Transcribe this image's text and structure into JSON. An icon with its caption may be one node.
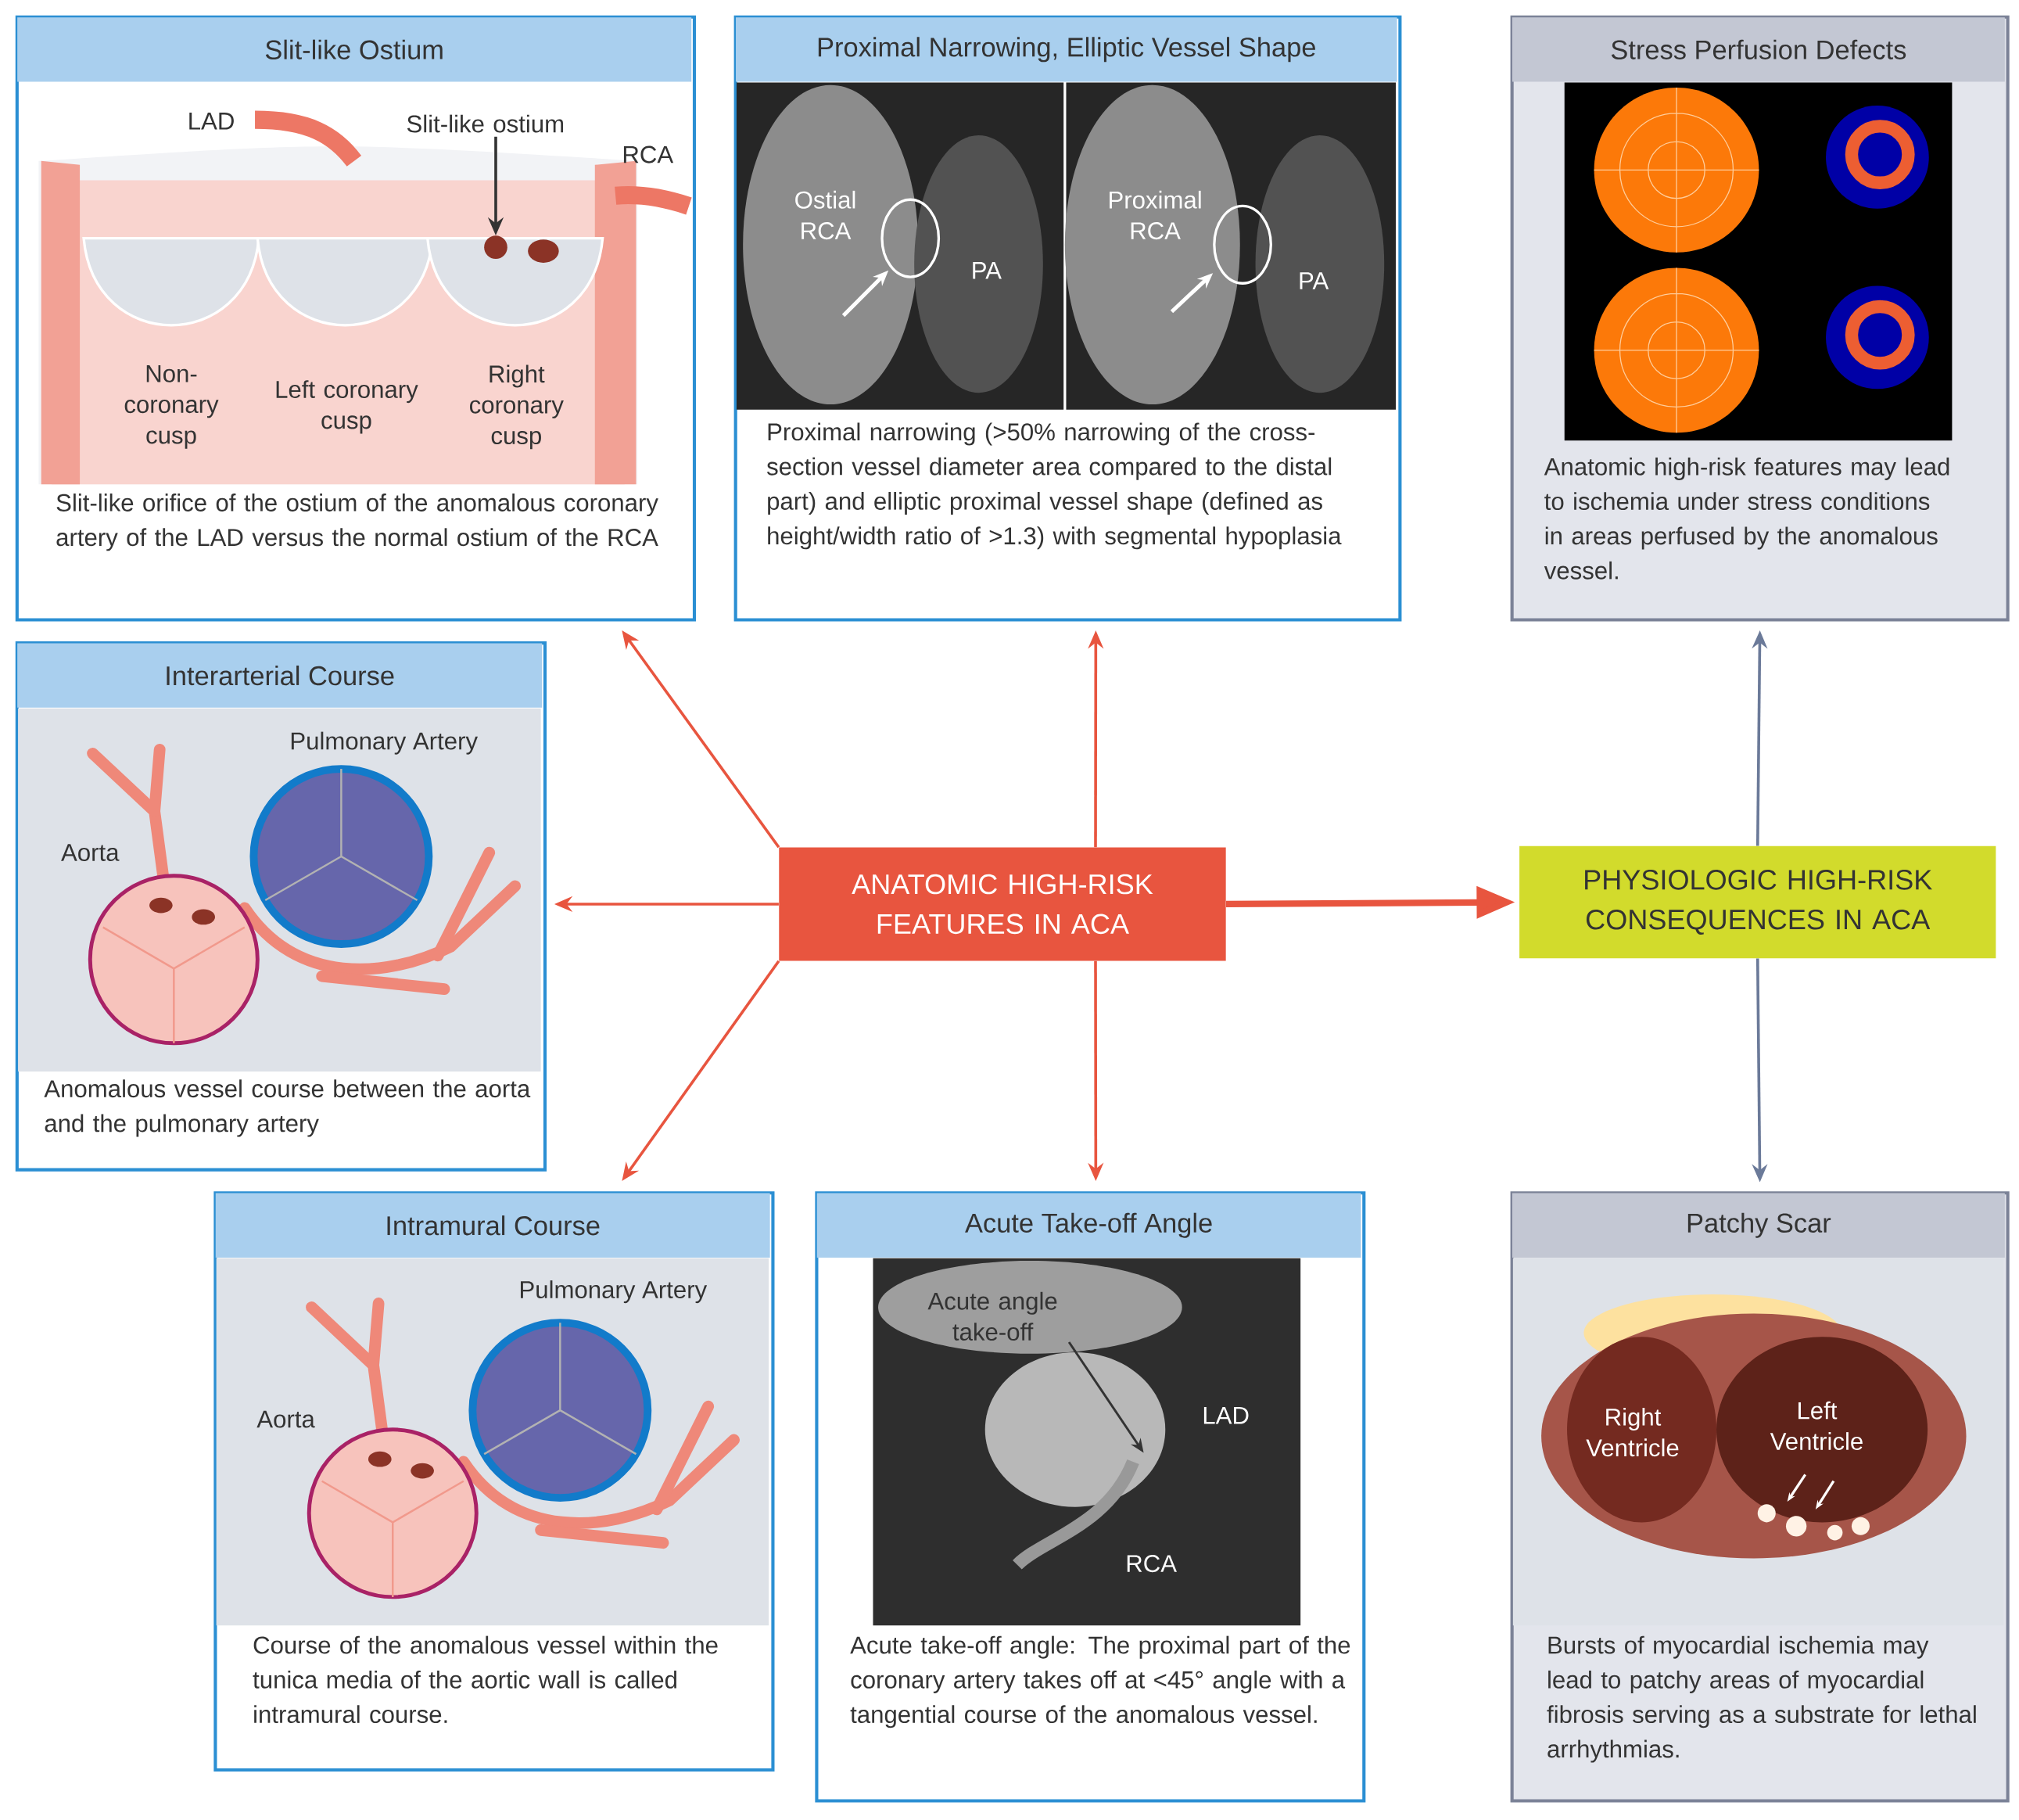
{
  "diagram": {
    "nodes": [
      {
        "text": [
          "Slit-like Ostium",
          "Slit-like orifice of the ostium of the anomalous coronary artery of the LAD versus the normal ostium of the RCA"
        ]
      },
      {
        "text": [
          "Slit-like ostium"
        ],
        "in": 0
      },
      {
        "text": [
          "Proximal Narrowing, Elliptic Vessel Shape",
          "Proximal narrowing (>50% narrowing of the cross-section vessel diameter area compared to the distal part) and elliptic proximal vessel shape (defined as height/width ratio of >1.3) with segmental hypoplasia"
        ]
      },
      {
        "text": [
          "Stress Perfusion Defects",
          "Anatomic high-risk features may lead to ischemia under stress conditions in areas perfused by the anomalous vessel."
        ]
      },
      {
        "text": [
          "Interarterial Course",
          "Anomalous vessel course between the aorta and the pulmonary artery"
        ]
      },
      {
        "text": [
          "ANATOMIC HIGH-RISK FEATURES IN ACA"
        ]
      },
      {
        "text": [
          "PHYSIOLOGIC HIGH-RISK CONSEQUENCES IN ACA"
        ]
      },
      {
        "text": [
          "Intramural Course",
          "Course of the anomalous vessel within the tunica media of the aortic wall is called intramural course."
        ]
      },
      {
        "text": [
          "Acute Take-off Angle",
          "Acute take-off angle: The proximal part of the coronary artery takes off at <45° angle with a tangential course of the anomalous vessel."
        ]
      },
      {
        "text": [
          "Acute angle take-off"
        ],
        "in": 8
      },
      {
        "text": [
          "Patchy Scar",
          "Bursts of myocardial ischemia may lead to patchy areas of myocardial fibrosis serving as a substrate for lethal arrhythmias."
        ]
      },
      {
        "text": [],
        "shape": "circle",
        "in": 0
      }
    ],
    "edges": [
      {
        "from": 5,
        "to": 0,
        "arrow": "to"
      },
      {
        "from": 5,
        "to": 2,
        "arrow": "to"
      },
      {
        "from": 5,
        "to": 4,
        "arrow": "to"
      },
      {
        "from": 5,
        "to": 7,
        "arrow": "to"
      },
      {
        "from": 5,
        "to": 8,
        "arrow": "to"
      },
      {
        "from": 5,
        "to": 6,
        "arrow": "to",
        "style": "thick"
      },
      {
        "from": 6,
        "to": 3,
        "arrow": "to",
        "color": "#6b7a99"
      },
      {
        "from": 6,
        "to": 10,
        "arrow": "to",
        "color": "#6b7a99"
      },
      {
        "from": 1,
        "to": 11,
        "arrow": "to",
        "color": "#333333"
      },
      {
        "from": 9,
        "to": null,
        "arrow": "to",
        "color": "#333333"
      }
    ],
    "labels": [
      "LAD",
      "RCA",
      "Non- coronary cusp",
      "Left coronary cusp",
      "Right coronary cusp",
      "Ostial RCA",
      "PA",
      "Proximal RCA",
      "PA",
      "Pulmonary Artery",
      "Aorta",
      "Pulmonary Artery",
      "Aorta",
      "LAD",
      "RCA",
      "Right Ventricle",
      "Left Ventricle"
    ]
  }
}
